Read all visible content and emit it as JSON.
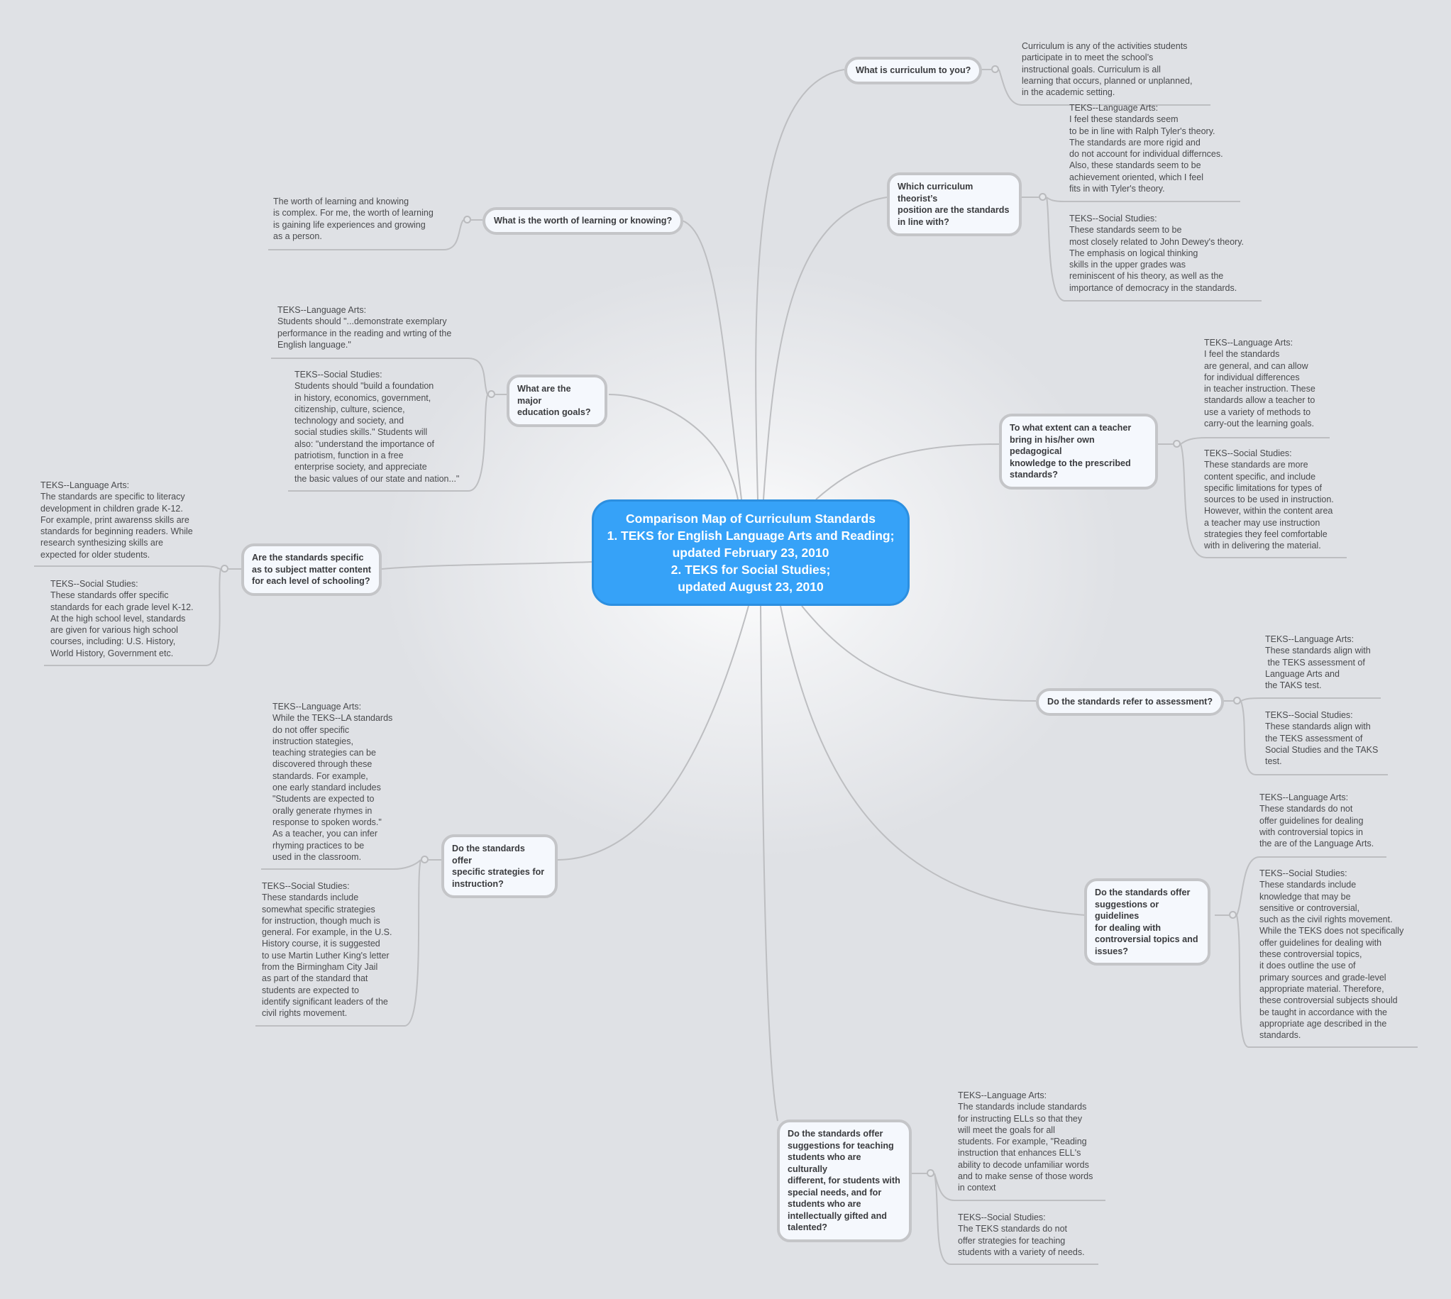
{
  "central": {
    "lines": [
      "Comparison Map of Curriculum Standards",
      "1. TEKS for English Language Arts and Reading;",
      "updated February 23, 2010",
      "2. TEKS for Social Studies;",
      "updated August 23, 2010"
    ]
  },
  "topics": [
    {
      "id": "curriculum",
      "label": "What is curriculum to you?",
      "notes": [
        "Curriculum is any of the activities students\nparticipate in to meet the school’s\ninstructional goals. Curriculum is all\nlearning that occurs, planned or unplanned,\nin the academic setting."
      ]
    },
    {
      "id": "theorist",
      "label": "Which curriculum theorist’s\nposition are the standards\nin line with?",
      "notes": [
        "TEKS--Language Arts:\nI feel these standards seem\nto be in line with Ralph Tyler's theory.\nThe standards are more rigid and\ndo not account for individual differnces.\nAlso, these standards seem to be\nachievement oriented, which I feel\nfits in with Tyler's theory.",
        "TEKS--Social Studies:\nThese standards seem to be\nmost closely related to John Dewey's theory.\nThe emphasis on logical thinking\nskills in the upper grades was\nreminiscent of his theory, as well as the\nimportance of democracy in the standards."
      ]
    },
    {
      "id": "worth",
      "label": "What is the worth of learning or knowing?",
      "notes": [
        "The worth of learning and knowing\nis complex. For me, the worth of learning\nis gaining life experiences and growing\nas a person."
      ]
    },
    {
      "id": "goals",
      "label": "What are the major\neducation goals?",
      "notes": [
        "TEKS--Language Arts:\nStudents should \"...demonstrate exemplary\nperformance in the reading and wrting of the\nEnglish language.\"",
        "TEKS--Social Studies:\nStudents should \"build a foundation\nin history, economics, government,\ncitizenship, culture, science,\ntechnology and society, and\nsocial studies skills.\" Students will\nalso: \"understand the importance of\npatriotism, function in a free\nenterprise society, and appreciate\nthe basic values of our state and nation...\""
      ]
    },
    {
      "id": "pedagogical",
      "label": "To what extent can a teacher\nbring in his/her own pedagogical\nknowledge to the prescribed\nstandards?",
      "notes": [
        "TEKS--Language Arts:\nI feel the standards\nare general, and can allow\nfor individual differences\nin teacher instruction. These\nstandards allow a teacher to\nuse a variety of methods to\ncarry-out the learning goals.",
        "TEKS--Social Studies:\nThese standards are more\ncontent specific, and include\nspecific limitations for types of\nsources to be used in instruction.\nHowever, within the content area\na teacher may use instruction\nstrategies they feel comfortable\nwith in delivering the material."
      ]
    },
    {
      "id": "specific",
      "label": "Are the standards specific\nas to subject matter content\nfor each level of schooling?",
      "notes": [
        "TEKS--Language Arts:\nThe standards are specific to literacy\ndevelopment in children grade K-12.\nFor example, print awarenss skills are\nstandards for beginning readers. While\nresearch synthesizing skills are\nexpected for older students.",
        "TEKS--Social Studies:\nThese standards offer specific\nstandards for each grade level K-12.\nAt the high school level, standards\nare given for various high school\ncourses, including: U.S. History,\nWorld History, Government etc."
      ]
    },
    {
      "id": "assessment",
      "label": "Do the standards refer to assessment?",
      "notes": [
        "TEKS--Language Arts:\nThese standards align with\n the TEKS assessment of\nLanguage Arts and\nthe TAKS test.",
        "TEKS--Social Studies:\nThese standards align with\nthe TEKS assessment of\nSocial Studies and the TAKS\ntest."
      ]
    },
    {
      "id": "strategies",
      "label": "Do the standards offer\nspecific strategies for\ninstruction?",
      "notes": [
        "TEKS--Language Arts:\nWhile the TEKS--LA standards\ndo not offer specific\ninstruction stategies,\nteaching strategies can be\ndiscovered through these\nstandards. For example,\none early standard includes\n\"Students are expected to\norally generate rhymes in\nresponse to spoken words.\"\nAs a teacher, you can infer\nrhyming practices to be\nused in the classroom.",
        "TEKS--Social Studies:\nThese standards include\nsomewhat specific strategies\nfor instruction, though much is\ngeneral. For example, in the U.S.\nHistory course, it is suggested\nto use Martin Luther King's letter\nfrom the Birmingham City Jail\nas part of the standard that\nstudents are expected to\nidentify significant leaders of the\ncivil rights movement."
      ]
    },
    {
      "id": "controversial",
      "label": "Do the standards offer\nsuggestions or guidelines\nfor dealing with\ncontroversial topics and\nissues?",
      "notes": [
        "TEKS--Language Arts:\nThese standards do not\noffer guidelines for dealing\nwith controversial topics in\nthe are of the Language Arts.",
        "TEKS--Social Studies:\nThese standards include\nknowledge that may be\nsensitive or controversial,\nsuch as the civil rights movement.\nWhile the TEKS does not specifically\noffer guidelines for dealing with\nthese controversial topics,\nit does outline the use of\nprimary sources and grade-level\nappropriate material. Therefore,\nthese controversial subjects should\nbe taught in accordance with the\nappropriate age described in the\nstandards."
      ]
    },
    {
      "id": "diverse",
      "label": "Do the standards offer\nsuggestions for teaching\nstudents who are culturally\ndifferent, for students with\nspecial needs, and for\nstudents who are\nintellectually gifted and\ntalented?",
      "notes": [
        "TEKS--Language Arts:\nThe standards include standards\nfor instructing ELLs so that they\nwill meet the goals for all\nstudents. For example, \"Reading\ninstruction that enhances ELL's\nability to decode unfamiliar words\nand to make sense of those words\nin context",
        "TEKS--Social Studies:\nThe TEKS standards do not\noffer strategies for teaching\nstudents with a variety of needs."
      ]
    }
  ],
  "colors": {
    "background": "#dfe1e5",
    "central_fill": "#36a2f8",
    "central_border": "#2c8fe0",
    "topic_fill": "#f5f8fd",
    "topic_border": "#c4c5c8",
    "connector": "#bdbec1",
    "topic_text": "#3a3b3e",
    "note_text": "#4a4b4e"
  }
}
